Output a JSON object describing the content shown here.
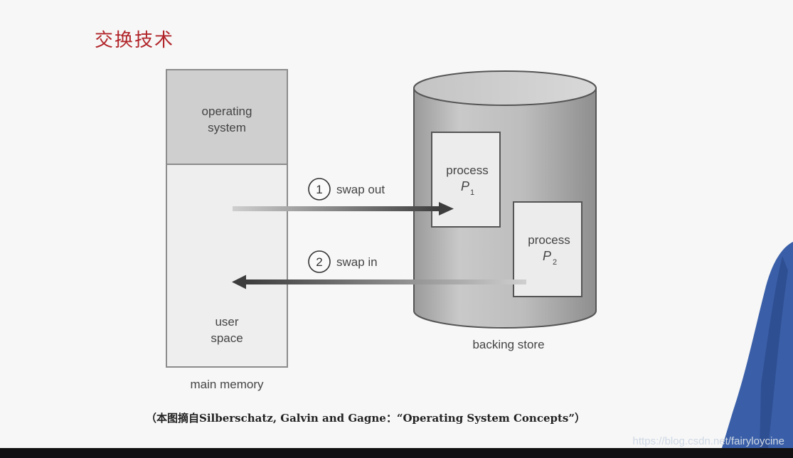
{
  "slide": {
    "title": "交换技术",
    "footnote": "（本图摘自Silberschatz, Galvin and  Gagne：“Operating System Concepts”）",
    "watermark": "https://blog.csdn.net/fairyloycine"
  },
  "memory": {
    "os_line1": "operating",
    "os_line2": "system",
    "user_line1": "user",
    "user_line2": "space",
    "caption": "main memory"
  },
  "store": {
    "caption": "backing store",
    "p1": {
      "label": "process",
      "name": "P",
      "sub": "1"
    },
    "p2": {
      "label": "process",
      "name": "P",
      "sub": "2"
    }
  },
  "arrows": {
    "swap_out": {
      "number": "1",
      "label": "swap out"
    },
    "swap_in": {
      "number": "2",
      "label": "swap in"
    }
  },
  "colors": {
    "title": "#b1252a",
    "cylinder": "#bdbdbd",
    "arrow": "#444444",
    "presenter_shirt": "#3a5fa8"
  }
}
